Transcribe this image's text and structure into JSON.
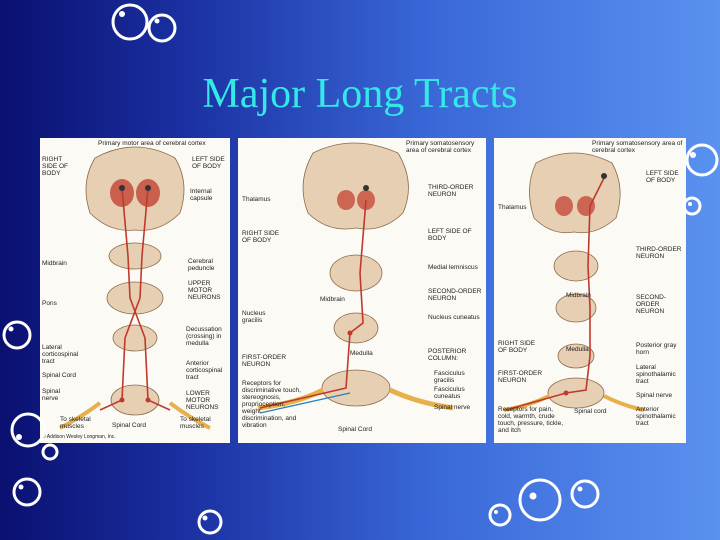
{
  "slide": {
    "title": "Major Long Tracts"
  },
  "colors": {
    "title": "#35e8e8",
    "tract_motor": "#c0392b",
    "tract_sensory": "#c0392b",
    "spinal_cord": "#f3c98a",
    "brain": "#e6cfb3"
  },
  "panel1": {
    "labels": [
      "Primary motor area of cerebral cortex",
      "RIGHT SIDE OF BODY",
      "LEFT SIDE OF BODY",
      "Internal capsule",
      "Midbrain",
      "Cerebral peduncle",
      "UPPER MOTOR NEURONS",
      "Pons",
      "Decussation (crossing) in medulla",
      "Lateral corticospinal tract",
      "Anterior corticospinal tract",
      "Spinal Cord",
      "Spinal nerve",
      "LOWER MOTOR NEURONS",
      "To skeletal muscles",
      "Spinal Cord",
      "To skeletal muscles",
      "© Addison Wesley Longman, Inc."
    ]
  },
  "panel2": {
    "labels": [
      "Primary somatosensory area of cerebral cortex",
      "THIRD-ORDER NEURON",
      "Thalamus",
      "LEFT SIDE OF BODY",
      "RIGHT SIDE OF BODY",
      "Medial lemniscus",
      "Midbrain",
      "SECOND-ORDER NEURON",
      "Nucleus gracilis",
      "Nucleus cuneatus",
      "Medulla",
      "POSTERIOR COLUMN:",
      "FIRST-ORDER NEURON",
      "Fasciculus gracilis",
      "Fasciculus cuneatus",
      "Receptors for discriminative touch, stereognosis, proprioception, weight discrimination, and vibration",
      "Spinal nerve",
      "Spinal Cord"
    ]
  },
  "panel3": {
    "labels": [
      "Primary somatosensory area of cerebral cortex",
      "LEFT SIDE OF BODY",
      "Thalamus",
      "THIRD-ORDER NEURON",
      "Midbrain",
      "SECOND-ORDER NEURON",
      "RIGHT SIDE OF BODY",
      "Medulla",
      "Posterior gray horn",
      "FIRST-ORDER NEURON",
      "Lateral spinothalamic tract",
      "Spinal nerve",
      "Receptors for pain, cold, warmth, crude touch, pressure, tickle, and itch",
      "Spinal cord",
      "Anterior spinothalamic tract"
    ]
  }
}
